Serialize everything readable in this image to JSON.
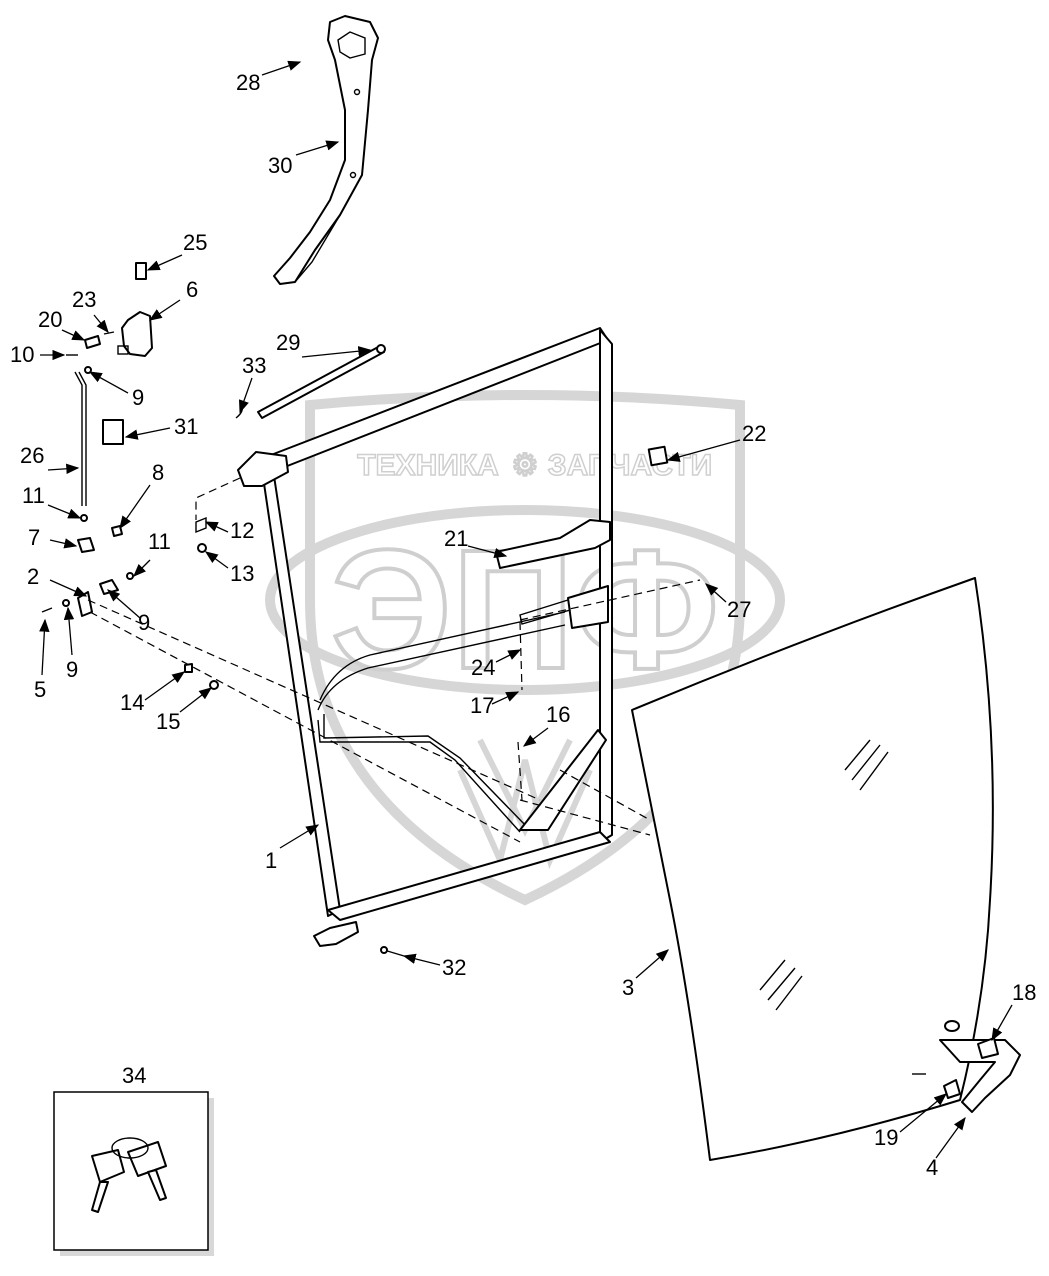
{
  "watermark": {
    "line1_left": "ТЕХНИКА",
    "line1_right": "ЗАПЧАСТИ",
    "big_text": "ЭПФ"
  },
  "callouts": [
    {
      "id": "c1",
      "text": "1"
    },
    {
      "id": "c2",
      "text": "2"
    },
    {
      "id": "c3",
      "text": "3"
    },
    {
      "id": "c4",
      "text": "4"
    },
    {
      "id": "c5",
      "text": "5"
    },
    {
      "id": "c6",
      "text": "6"
    },
    {
      "id": "c7",
      "text": "7"
    },
    {
      "id": "c8",
      "text": "8"
    },
    {
      "id": "c9a",
      "text": "9"
    },
    {
      "id": "c9b",
      "text": "9"
    },
    {
      "id": "c9c",
      "text": "9"
    },
    {
      "id": "c10",
      "text": "10"
    },
    {
      "id": "c11a",
      "text": "11"
    },
    {
      "id": "c11b",
      "text": "11"
    },
    {
      "id": "c12",
      "text": "12"
    },
    {
      "id": "c13",
      "text": "13"
    },
    {
      "id": "c14",
      "text": "14"
    },
    {
      "id": "c15",
      "text": "15"
    },
    {
      "id": "c16",
      "text": "16"
    },
    {
      "id": "c17",
      "text": "17"
    },
    {
      "id": "c18",
      "text": "18"
    },
    {
      "id": "c19",
      "text": "19"
    },
    {
      "id": "c20",
      "text": "20"
    },
    {
      "id": "c21",
      "text": "21"
    },
    {
      "id": "c22",
      "text": "22"
    },
    {
      "id": "c23",
      "text": "23"
    },
    {
      "id": "c24",
      "text": "24"
    },
    {
      "id": "c25",
      "text": "25"
    },
    {
      "id": "c26",
      "text": "26"
    },
    {
      "id": "c27",
      "text": "27"
    },
    {
      "id": "c28",
      "text": "28"
    },
    {
      "id": "c29",
      "text": "29"
    },
    {
      "id": "c30",
      "text": "30"
    },
    {
      "id": "c31",
      "text": "31"
    },
    {
      "id": "c32",
      "text": "32"
    },
    {
      "id": "c33",
      "text": "33"
    },
    {
      "id": "c34",
      "text": "34"
    }
  ],
  "colors": {
    "ink": "#000000",
    "paper": "#ffffff",
    "watermark": "#c8c8c8"
  }
}
